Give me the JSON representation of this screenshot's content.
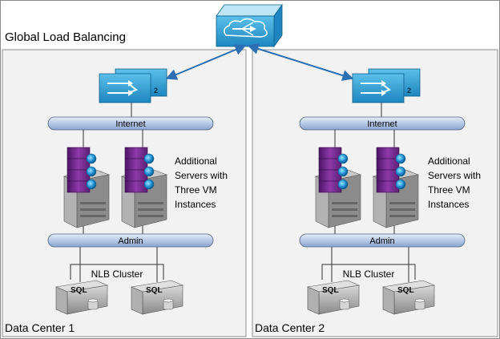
{
  "global_label": "Global Load Balancing",
  "data_centers": [
    {
      "label": "Data Center 1",
      "internet_label": "Internet",
      "admin_label": "Admin",
      "additional_servers_text": [
        "Additional",
        "Servers with",
        "Three VM",
        "Instances"
      ],
      "nlb_label": "NLB Cluster",
      "router_badge": "2",
      "sql_servers": [
        {
          "label": "SQL"
        },
        {
          "label": "SQL"
        }
      ]
    },
    {
      "label": "Data Center 2",
      "internet_label": "Internet",
      "admin_label": "Admin",
      "additional_servers_text": [
        "Additional",
        "Servers with",
        "Three VM",
        "Instances"
      ],
      "nlb_label": "NLB Cluster",
      "router_badge": "2",
      "sql_servers": [
        {
          "label": "SQL"
        },
        {
          "label": "SQL"
        }
      ]
    }
  ],
  "colors": {
    "border": "#7f7f7f",
    "panel_bg": "#f2f2f2",
    "router_blue": "#2ea3d6",
    "link_blue": "#2c6fb4",
    "bus_fill": "#b8cbe6",
    "server_purple": "#7b2d8e",
    "server_gray": "#9a9a9a"
  },
  "icons": [
    "global-load-balancer-icon",
    "router-icon",
    "server-rack-icon",
    "sql-server-icon",
    "vm-globe-icon",
    "bus-icon"
  ]
}
